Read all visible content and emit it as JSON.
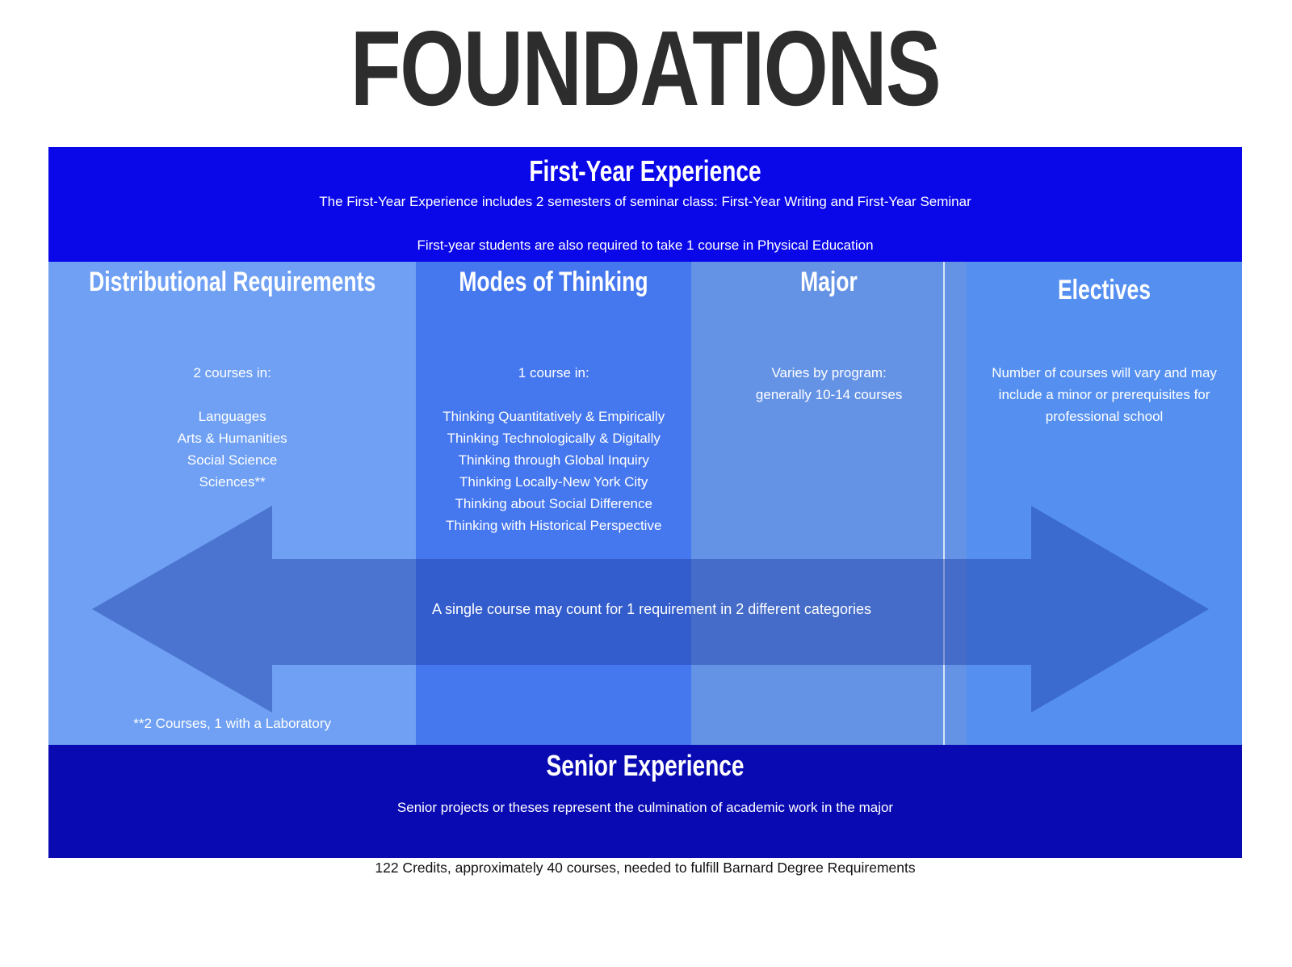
{
  "title": "FOUNDATIONS",
  "colors": {
    "title_color": "#2d2d2d",
    "first_year_bg": "#0a07e9",
    "senior_bg": "#0a0ab3",
    "col1_bg": "#6fa0f3",
    "col2_bg": "#4577ee",
    "col3_bg": "#6492e5",
    "col4_bg": "#5590f1",
    "arrow_fill": "#1e3ca5",
    "footer_color": "#111111"
  },
  "first_year": {
    "heading": "First-Year Experience",
    "line1": "The First-Year Experience includes 2 semesters of seminar class: First-Year Writing and First-Year Seminar",
    "line2": "First-year students are also required to take 1 course in Physical Education"
  },
  "columns": [
    {
      "heading": "Distributional Requirements",
      "intro": "2 courses in:",
      "items": [
        "Languages",
        "Arts & Humanities",
        "Social Science",
        "Sciences**"
      ],
      "footnote": "**2 Courses, 1 with a Laboratory"
    },
    {
      "heading": "Modes of Thinking",
      "intro": "1 course in:",
      "items": [
        "Thinking Quantitatively & Empirically",
        "Thinking Technologically & Digitally",
        "Thinking through Global Inquiry",
        "Thinking Locally-New York City",
        "Thinking about Social Difference",
        "Thinking with Historical Perspective"
      ]
    },
    {
      "heading": "Major",
      "lines": [
        "Varies by program:",
        "generally 10-14 courses"
      ]
    },
    {
      "heading": "Electives",
      "lines": [
        "Number of courses will vary and may",
        "include a minor or prerequisites for",
        "professional school"
      ]
    }
  ],
  "arrow_note": "A single course may count for 1 requirement in 2 different categories",
  "senior": {
    "heading": "Senior Experience",
    "line1": "Senior projects or theses represent the culmination of academic work in the major"
  },
  "footer": "122 Credits, approximately 40 courses, needed to fulfill Barnard Degree Requirements"
}
